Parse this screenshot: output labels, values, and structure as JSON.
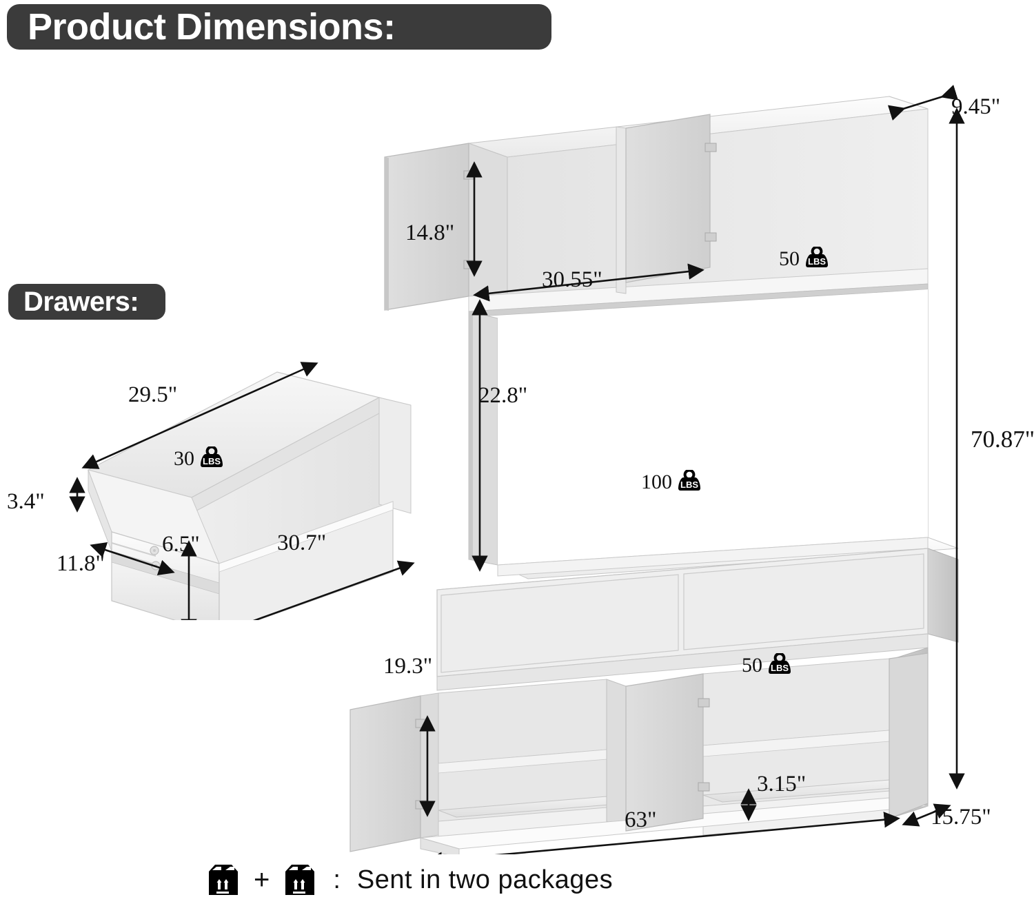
{
  "headings": {
    "product_dimensions": "Product Dimensions:",
    "drawers": "Drawers:"
  },
  "drawer_diagram": {
    "name": "drawer",
    "dimensions": {
      "length_top": "29.5\"",
      "side_height": "3.4\"",
      "depth": "11.8\"",
      "front_height": "6.5\"",
      "length_outer": "30.7\""
    },
    "weight": {
      "value": "30",
      "unit": "LBS"
    }
  },
  "hutch_diagram": {
    "name": "kitchen-hutch-cabinet",
    "dimensions": {
      "top_cabinet_height": "14.8\"",
      "top_cabinet_width": "30.55\"",
      "top_depth": "9.45\"",
      "middle_open_height": "22.8\"",
      "total_height": "70.87\"",
      "lower_cabinet_height": "19.3\"",
      "toe_kick_height": "3.15\"",
      "total_width": "63\"",
      "total_depth": "15.75\""
    },
    "weights": {
      "top_shelf": {
        "value": "50",
        "unit": "LBS"
      },
      "countertop": {
        "value": "100",
        "unit": "LBS"
      },
      "lower_shelf": {
        "value": "50",
        "unit": "LBS"
      }
    }
  },
  "footer": {
    "plus": "+",
    "colon": ":",
    "note": "Sent in two packages",
    "package_icon": "package-box-icon"
  },
  "colors": {
    "badge_bg": "#3b3b3b",
    "badge_text": "#ffffff",
    "line": "#111111",
    "panel_light": "#ffffff",
    "panel_mid": "#e9e9e9",
    "panel_shade": "#d2d2d2",
    "panel_dark": "#bcbcbc"
  }
}
